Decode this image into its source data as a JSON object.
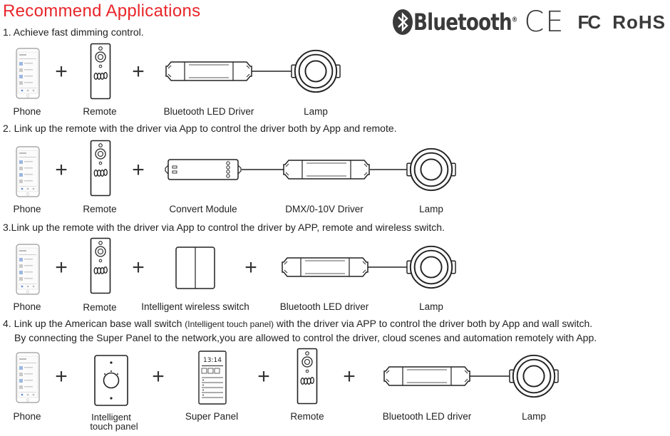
{
  "header": {
    "title": "Recommend Applications",
    "logos": {
      "bluetooth_word": "Bluetooth",
      "registered": "®",
      "ce": "CE",
      "fc": "FC",
      "rohs": "RoHS"
    }
  },
  "plus_sign": "+",
  "sections": [
    {
      "heading": "1. Achieve fast dimming control.",
      "labels": [
        "Phone",
        "Remote",
        "Bluetooth LED Driver",
        "Lamp"
      ]
    },
    {
      "heading": "2. Link up the remote with the driver via App to control the driver both by App and remote.",
      "labels": [
        "Phone",
        "Remote",
        "Convert Module",
        "DMX/0-10V Driver",
        "Lamp"
      ]
    },
    {
      "heading": "3.Link up the remote with the driver via App to control the driver by APP, remote and wireless switch.",
      "labels": [
        "Phone",
        "Remote",
        "Intelligent wireless switch",
        "Bluetooth LED driver",
        "Lamp"
      ]
    },
    {
      "heading_pre": "4. Link up the American base wall switch ",
      "heading_note": "(Intelligent touch panel)",
      "heading_post": " with the driver via APP to control the driver both by App and wall switch.",
      "heading_line2": "By connecting the Super Panel to the network,you are allowed to control the driver, cloud scenes and automation remotely with App.",
      "labels": [
        "Phone",
        "Intelligent",
        "touch panel",
        "Super Panel",
        "Remote",
        "Bluetooth LED driver",
        "Lamp"
      ],
      "panel_time": "13:14"
    }
  ]
}
